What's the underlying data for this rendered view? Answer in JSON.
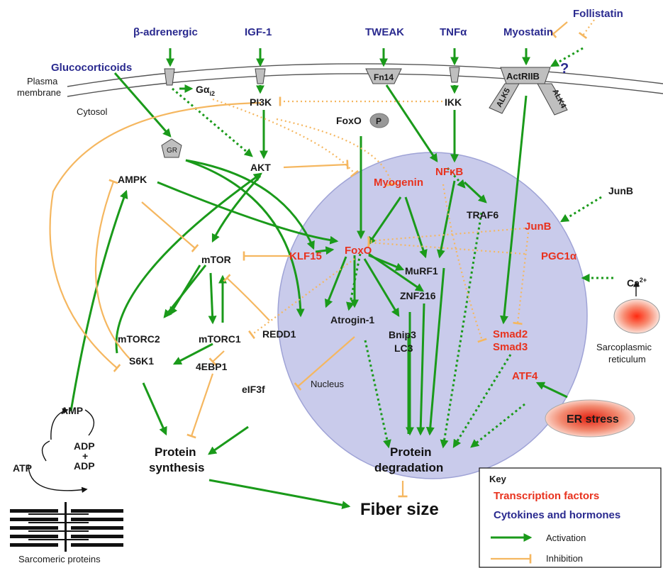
{
  "hormones": {
    "beta_adrenergic": "β-adrenergic",
    "igf1": "IGF-1",
    "tweak": "TWEAK",
    "tnfa": "TNFα",
    "myostatin": "Myostatin",
    "follistatin": "Follistatin",
    "glucocorticoids": "Glucocorticoids",
    "question": "?"
  },
  "membrane": {
    "plasma_line1": "Plasma",
    "plasma_line2": "membrane",
    "cytosol": "Cytosol",
    "fn14": "Fn14",
    "actriib": "ActRIIB",
    "alk5": "ALK5",
    "alk4": "ALK4",
    "gai2_main": "Gα",
    "gai2_sub": "i2"
  },
  "nodes": {
    "pi3k": "PI3K",
    "ikk": "IKK",
    "foxo_p": "FoxO",
    "p": "P",
    "gr": "GR",
    "akt": "AKT",
    "ampk": "AMPK",
    "mtor": "mTOR",
    "mtorc2": "mTORC2",
    "mtorc1": "mTORC1",
    "redd1": "REDD1",
    "s6k1": "S6K1",
    "ebp1": "4EBP1",
    "eif3f": "eIF3f",
    "traf6": "TRAF6",
    "murf1": "MuRF1",
    "znf216": "ZNF216",
    "atrogin": "Atrogin-1",
    "bnip3": "Bnip3",
    "lc3": "LC3",
    "junb_out": "JunB",
    "amp": "AMP",
    "adp1": "ADP",
    "plus": "+",
    "adp2": "ADP",
    "atp": "ATP",
    "ca": "Ca",
    "ca_sup": "2+",
    "sr_line1": "Sarcoplasmic",
    "sr_line2": "reticulum",
    "er_stress": "ER stress",
    "nucleus": "Nucleus"
  },
  "transcription_factors": {
    "nfkb": "NFκB",
    "myogenin": "Myogenin",
    "foxo": "FoxO",
    "klf15": "KLF15",
    "junb": "JunB",
    "pgc1a": "PGC1α",
    "smad2": "Smad2",
    "smad3": "Smad3",
    "atf4": "ATF4"
  },
  "outcomes": {
    "protein_synthesis_1": "Protein",
    "protein_synthesis_2": "synthesis",
    "protein_degradation_1": "Protein",
    "protein_degradation_2": "degradation",
    "fiber_size": "Fiber size",
    "sarcomeric": "Sarcomeric proteins"
  },
  "key": {
    "title": "Key",
    "transcription_factors": "Transcription factors",
    "cytokines": "Cytokines and hormones",
    "activation": "Activation",
    "inhibition": "Inhibition"
  },
  "colors": {
    "activation": "#1a9a1a",
    "inhibition": "#f5b760",
    "transcription_factor": "#e8321e",
    "cytokine": "#2a2a8f",
    "nucleus_fill": "#c9cbeb"
  }
}
